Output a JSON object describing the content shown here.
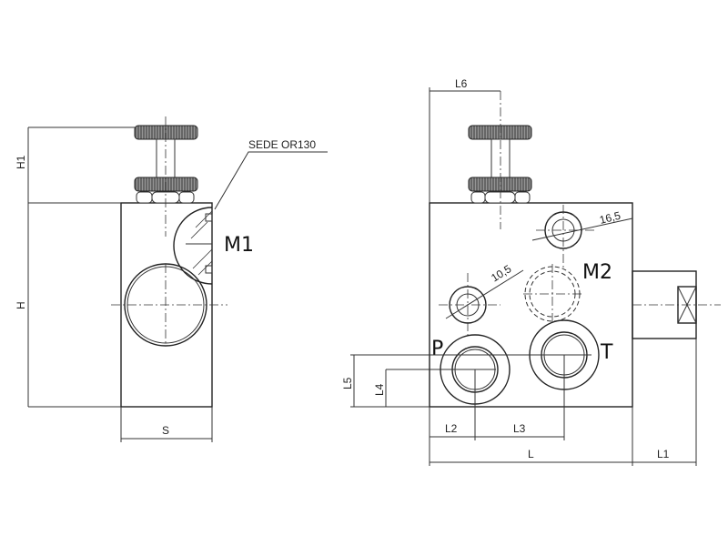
{
  "side_view": {
    "port_label": "M1",
    "seal_note": "SEDE OR130",
    "dimensions": {
      "height": "H",
      "knob_height": "H1",
      "width": "S"
    }
  },
  "front_view": {
    "ports": {
      "pressure": "P",
      "tank": "T",
      "gauge": "M2"
    },
    "diameters": {
      "large": "16,5",
      "small": "10,5"
    },
    "dimensions": {
      "l": "L",
      "l1": "L1",
      "l2": "L2",
      "l3": "L3",
      "l4": "L4",
      "l5": "L5",
      "l6": "L6"
    }
  }
}
